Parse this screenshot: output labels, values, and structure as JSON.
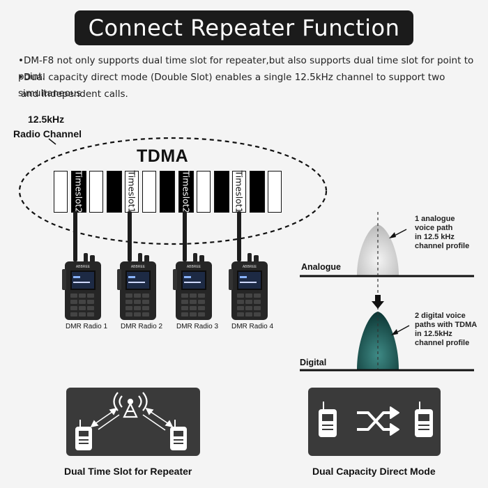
{
  "title": "Connect Repeater Function",
  "bullets": [
    "•DM-F8 not only supports dual time slot for repeater,but also supports dual time slot for point to point.",
    "•Dual capacity direct mode (Double Slot) enables a single 12.5kHz channel to support two simultaneous",
    "and independent calls."
  ],
  "channel_label": {
    "line1": "12.5kHz",
    "line2": "Radio Channel"
  },
  "tdma_label": "TDMA",
  "timeslots": [
    "Timeslot2",
    "Timeslot1",
    "Timeslot2",
    "Timeslot1"
  ],
  "radios": [
    {
      "name": "DMR Radio 1",
      "brand": "ABBREE"
    },
    {
      "name": "DMR Radio 2",
      "brand": "ABBREE"
    },
    {
      "name": "DMR Radio 3",
      "brand": "ABBREE"
    },
    {
      "name": "DMR Radio 4",
      "brand": "ABBREE"
    }
  ],
  "analogue": {
    "line_label": "Analogue",
    "note": [
      "1 analogue",
      "voice path",
      "in 12.5 kHz",
      "channel profile"
    ],
    "color": "#c9c9c9"
  },
  "digital": {
    "line_label": "Digital",
    "note": [
      "2 digital voice",
      "paths with TDMA",
      "in 12.5kHz",
      "channel profile"
    ],
    "color": "#1f5a57"
  },
  "panels": [
    {
      "caption": "Dual Time Slot for Repeater",
      "icon": "repeater-tower-icon"
    },
    {
      "caption": "Dual Capacity Direct Mode",
      "icon": "shuffle-icon"
    }
  ]
}
